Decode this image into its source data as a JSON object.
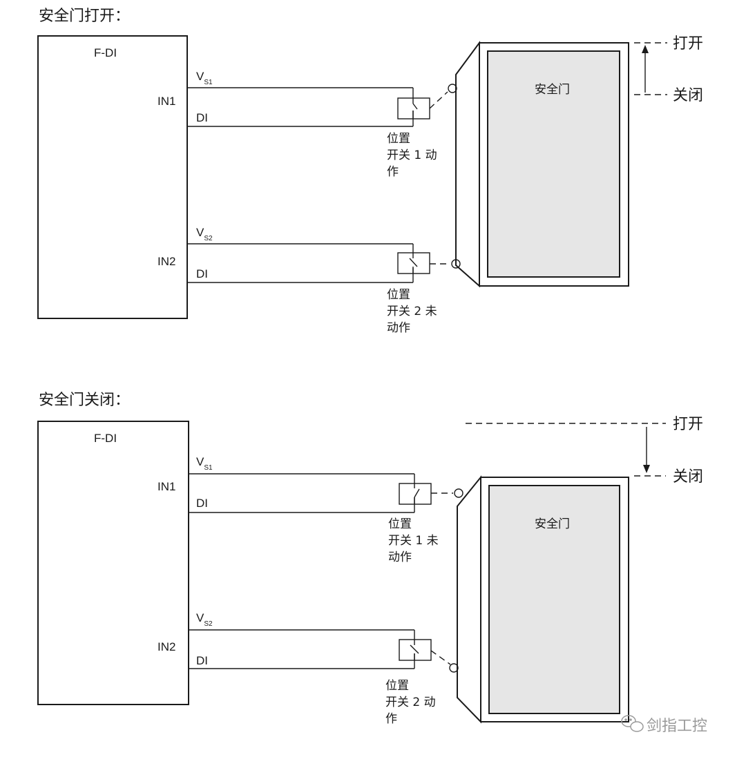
{
  "sections": [
    {
      "title": "安全门打开：",
      "module": "F-DI",
      "channels": [
        {
          "in": "IN1",
          "vs": "V",
          "vs_sub": "S1",
          "di": "DI",
          "switch_lines": [
            "位置",
            "开关 1 动",
            "作"
          ]
        },
        {
          "in": "IN2",
          "vs": "V",
          "vs_sub": "S2",
          "di": "DI",
          "switch_lines": [
            "位置",
            "开关 2 未",
            "动作"
          ]
        }
      ],
      "door_label": "安全门",
      "open_label": "打开",
      "closed_label": "关闭"
    },
    {
      "title": "安全门关闭：",
      "module": "F-DI",
      "channels": [
        {
          "in": "IN1",
          "vs": "V",
          "vs_sub": "S1",
          "di": "DI",
          "switch_lines": [
            "位置",
            "开关 1 未",
            "动作"
          ]
        },
        {
          "in": "IN2",
          "vs": "V",
          "vs_sub": "S2",
          "di": "DI",
          "switch_lines": [
            "位置",
            "开关 2 动",
            "作"
          ]
        }
      ],
      "door_label": "安全门",
      "open_label": "打开",
      "closed_label": "关闭"
    }
  ],
  "watermark": "剑指工控",
  "colors": {
    "line": "#1a1a1a",
    "door_fill": "#e6e6e6",
    "watermark": "#9a9a9a"
  }
}
